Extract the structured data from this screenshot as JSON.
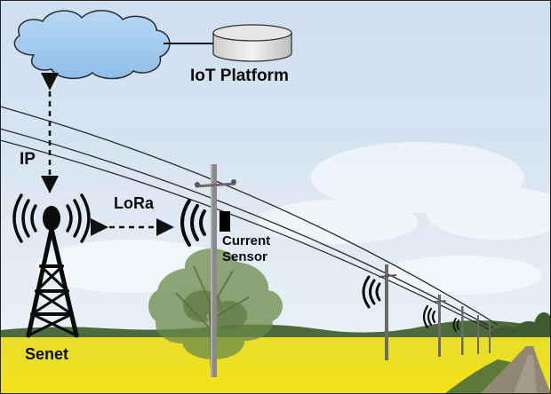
{
  "labels": {
    "iot_platform": "IoT Platform",
    "ip": "IP",
    "lora": "LoRa",
    "current_sensor_line1": "Current",
    "current_sensor_line2": "Sensor",
    "senet": "Senet"
  },
  "colors": {
    "sky_top": "#c9dcef",
    "sky_bottom": "#e9f0f6",
    "cloud_fill": "#a9cef0",
    "field": "#e9dd1c",
    "tree_band": "#4d6a3c",
    "ink": "#0b0b0b"
  },
  "icons": {
    "cloud": "cloud-icon",
    "database": "database-cylinder-icon",
    "tower": "radio-tower-icon",
    "sensor": "current-sensor-icon",
    "signal": "wireless-signal-icon"
  }
}
